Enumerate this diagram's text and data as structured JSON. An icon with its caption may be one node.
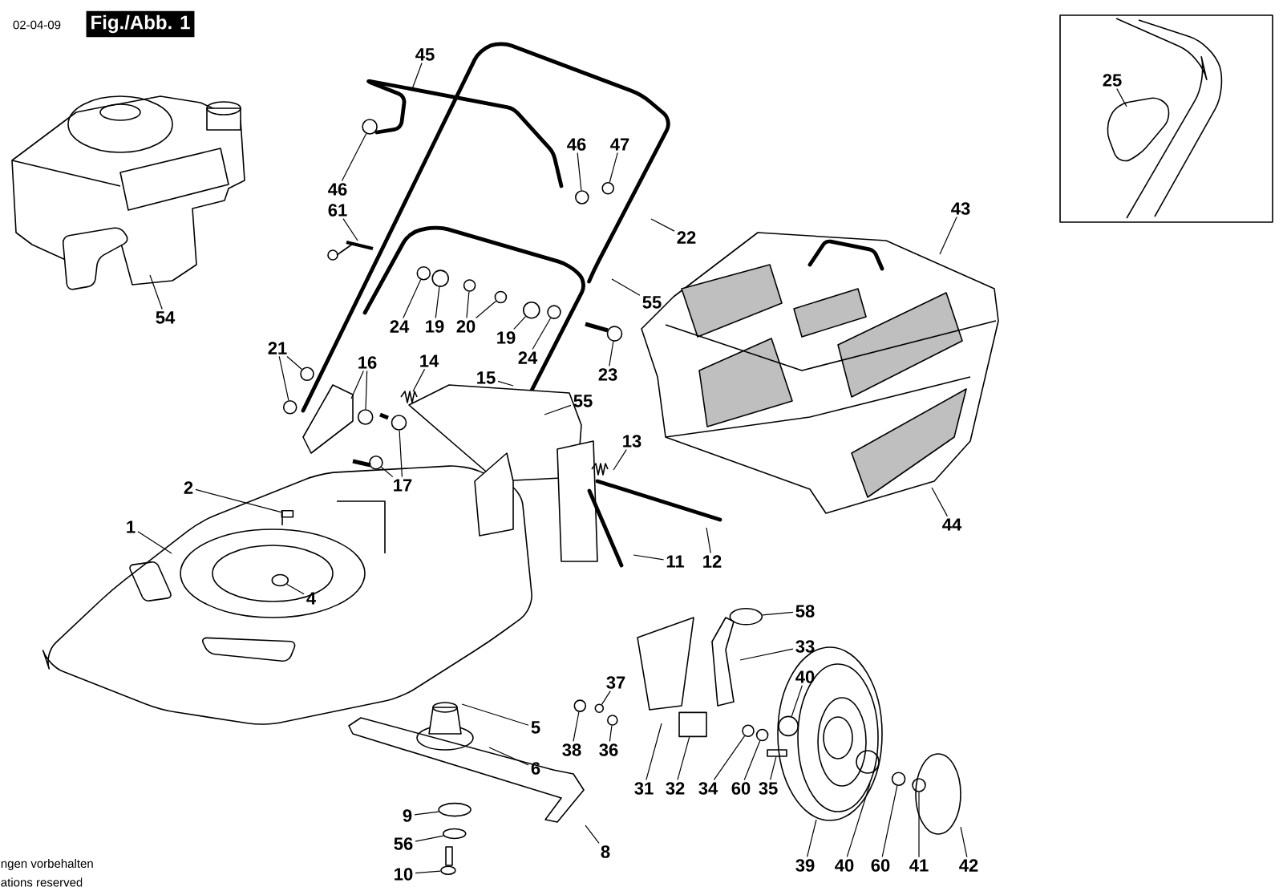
{
  "diagram": {
    "nodes": [
      {
        "text": [
          "Fig./Abb. 1"
        ]
      },
      {
        "text": [
          "45"
        ]
      },
      {
        "text": [
          "25"
        ]
      },
      {
        "text": [
          "46"
        ]
      },
      {
        "text": [
          "47"
        ]
      },
      {
        "text": [
          "46"
        ]
      },
      {
        "text": [
          "43"
        ]
      },
      {
        "text": [
          "61"
        ]
      },
      {
        "text": [
          "22"
        ]
      },
      {
        "text": [
          "55"
        ]
      },
      {
        "text": [
          "54"
        ]
      },
      {
        "text": [
          "24"
        ]
      },
      {
        "text": [
          "19"
        ]
      },
      {
        "text": [
          "20"
        ]
      },
      {
        "text": [
          "19"
        ]
      },
      {
        "text": [
          "21"
        ]
      },
      {
        "text": [
          "24"
        ]
      },
      {
        "text": [
          "14"
        ]
      },
      {
        "text": [
          "16"
        ]
      },
      {
        "text": [
          "23"
        ]
      },
      {
        "text": [
          "15"
        ]
      },
      {
        "text": [
          "55"
        ]
      },
      {
        "text": [
          "13"
        ]
      },
      {
        "text": [
          "17"
        ]
      },
      {
        "text": [
          "2"
        ]
      },
      {
        "text": [
          "44"
        ]
      },
      {
        "text": [
          "1"
        ]
      },
      {
        "text": [
          "11"
        ]
      },
      {
        "text": [
          "12"
        ]
      },
      {
        "text": [
          "4"
        ]
      },
      {
        "text": [
          "58"
        ]
      },
      {
        "text": [
          "33"
        ]
      },
      {
        "text": [
          "40"
        ]
      },
      {
        "text": [
          "37"
        ]
      },
      {
        "text": [
          "5"
        ]
      },
      {
        "text": [
          "38"
        ]
      },
      {
        "text": [
          "36"
        ]
      },
      {
        "text": [
          "6"
        ]
      },
      {
        "text": [
          "31"
        ]
      },
      {
        "text": [
          "32"
        ]
      },
      {
        "text": [
          "34"
        ]
      },
      {
        "text": [
          "60"
        ]
      },
      {
        "text": [
          "35"
        ]
      },
      {
        "text": [
          "9"
        ]
      },
      {
        "text": [
          "56"
        ]
      },
      {
        "text": [
          "8"
        ]
      },
      {
        "text": [
          "39"
        ]
      },
      {
        "text": [
          "40"
        ]
      },
      {
        "text": [
          "60"
        ]
      },
      {
        "text": [
          "41"
        ]
      },
      {
        "text": [
          "42"
        ]
      },
      {
        "text": [
          "10"
        ]
      },
      {
        "text": [],
        "shape": "circle"
      },
      {
        "text": [],
        "shape": "circle"
      },
      {
        "text": [],
        "shape": "circle"
      },
      {
        "text": [],
        "shape": "circle"
      },
      {
        "text": [],
        "shape": "circle"
      },
      {
        "text": [],
        "shape": "circle"
      },
      {
        "text": [],
        "shape": "circle"
      },
      {
        "text": [],
        "shape": "circle"
      },
      {
        "text": [],
        "shape": "circle"
      },
      {
        "text": [],
        "shape": "circle"
      },
      {
        "text": [],
        "shape": "circle"
      },
      {
        "text": [],
        "shape": "circle"
      },
      {
        "text": [],
        "shape": "circle"
      },
      {
        "text": [],
        "shape": "circle"
      },
      {
        "text": [],
        "shape": "circle"
      },
      {
        "text": [],
        "shape": "box"
      },
      {
        "text": [],
        "shape": "ellipse"
      },
      {
        "text": [],
        "shape": "ellipse"
      },
      {
        "text": [],
        "shape": "circle"
      },
      {
        "text": [],
        "shape": "circle"
      },
      {
        "text": [],
        "shape": "circle"
      },
      {
        "text": [],
        "shape": "circle"
      },
      {
        "text": [],
        "shape": "circle"
      },
      {
        "text": [],
        "shape": "circle"
      },
      {
        "text": [],
        "shape": "ellipse"
      },
      {
        "text": [],
        "shape": "ellipse"
      },
      {
        "text": [],
        "shape": "circle"
      },
      {
        "text": [],
        "shape": "circle"
      },
      {
        "text": [],
        "shape": "ellipse"
      },
      {
        "text": [],
        "shape": "box"
      },
      {
        "text": [],
        "shape": "box"
      }
    ],
    "edges": [
      {
        "from": 1,
        "to": null,
        "arrow": "none"
      },
      {
        "from": 2,
        "to": null,
        "arrow": "none"
      },
      {
        "from": 3,
        "to": 52,
        "arrow": "none"
      },
      {
        "from": 4,
        "to": 53,
        "arrow": "none"
      },
      {
        "from": 5,
        "to": 54,
        "arrow": "none"
      },
      {
        "from": 6,
        "to": null,
        "arrow": "none"
      },
      {
        "from": 7,
        "to": null,
        "arrow": "none"
      },
      {
        "from": 8,
        "to": null,
        "arrow": "none"
      },
      {
        "from": 9,
        "to": null,
        "arrow": "none"
      },
      {
        "from": 10,
        "to": null,
        "arrow": "none"
      },
      {
        "from": 11,
        "to": 55,
        "arrow": "none"
      },
      {
        "from": 12,
        "to": 56,
        "arrow": "none"
      },
      {
        "from": 13,
        "to": 57,
        "arrow": "none"
      },
      {
        "from": 13,
        "to": 58,
        "arrow": "none"
      },
      {
        "from": 14,
        "to": 59,
        "arrow": "none"
      },
      {
        "from": 15,
        "to": 60,
        "arrow": "none"
      },
      {
        "from": 15,
        "to": 61,
        "arrow": "none"
      },
      {
        "from": 16,
        "to": 62,
        "arrow": "none"
      },
      {
        "from": 17,
        "to": null,
        "arrow": "none"
      },
      {
        "from": 18,
        "to": null,
        "arrow": "none"
      },
      {
        "from": 18,
        "to": 63,
        "arrow": "none"
      },
      {
        "from": 19,
        "to": 64,
        "arrow": "none"
      },
      {
        "from": 20,
        "to": null,
        "arrow": "none"
      },
      {
        "from": 21,
        "to": null,
        "arrow": "none"
      },
      {
        "from": 22,
        "to": null,
        "arrow": "none"
      },
      {
        "from": 23,
        "to": 65,
        "arrow": "none"
      },
      {
        "from": 23,
        "to": 66,
        "arrow": "none"
      },
      {
        "from": 24,
        "to": 67,
        "arrow": "none"
      },
      {
        "from": 25,
        "to": null,
        "arrow": "none"
      },
      {
        "from": 26,
        "to": null,
        "arrow": "none"
      },
      {
        "from": 27,
        "to": null,
        "arrow": "none"
      },
      {
        "from": 28,
        "to": null,
        "arrow": "none"
      },
      {
        "from": 29,
        "to": 68,
        "arrow": "none"
      },
      {
        "from": 30,
        "to": 69,
        "arrow": "none"
      },
      {
        "from": 31,
        "to": null,
        "arrow": "none"
      },
      {
        "from": 32,
        "to": 70,
        "arrow": "none"
      },
      {
        "from": 33,
        "to": 71,
        "arrow": "none"
      },
      {
        "from": 34,
        "to": null,
        "arrow": "none"
      },
      {
        "from": 35,
        "to": 72,
        "arrow": "none"
      },
      {
        "from": 36,
        "to": 73,
        "arrow": "none"
      },
      {
        "from": 37,
        "to": null,
        "arrow": "none"
      },
      {
        "from": 38,
        "to": null,
        "arrow": "none"
      },
      {
        "from": 39,
        "to": 81,
        "arrow": "none"
      },
      {
        "from": 40,
        "to": 74,
        "arrow": "none"
      },
      {
        "from": 41,
        "to": 75,
        "arrow": "none"
      },
      {
        "from": 42,
        "to": 82,
        "arrow": "none"
      },
      {
        "from": 43,
        "to": 76,
        "arrow": "none"
      },
      {
        "from": 44,
        "to": 77,
        "arrow": "none"
      },
      {
        "from": 45,
        "to": null,
        "arrow": "none"
      },
      {
        "from": 46,
        "to": null,
        "arrow": "none"
      },
      {
        "from": 47,
        "to": null,
        "arrow": "none"
      },
      {
        "from": 48,
        "to": 78,
        "arrow": "none"
      },
      {
        "from": 49,
        "to": 79,
        "arrow": "none"
      },
      {
        "from": 50,
        "to": null,
        "arrow": "none"
      },
      {
        "from": 51,
        "to": 80,
        "arrow": "none"
      }
    ],
    "labels": [
      "02-04-09",
      "ngen vorbehalten",
      "ations reserved"
    ]
  }
}
